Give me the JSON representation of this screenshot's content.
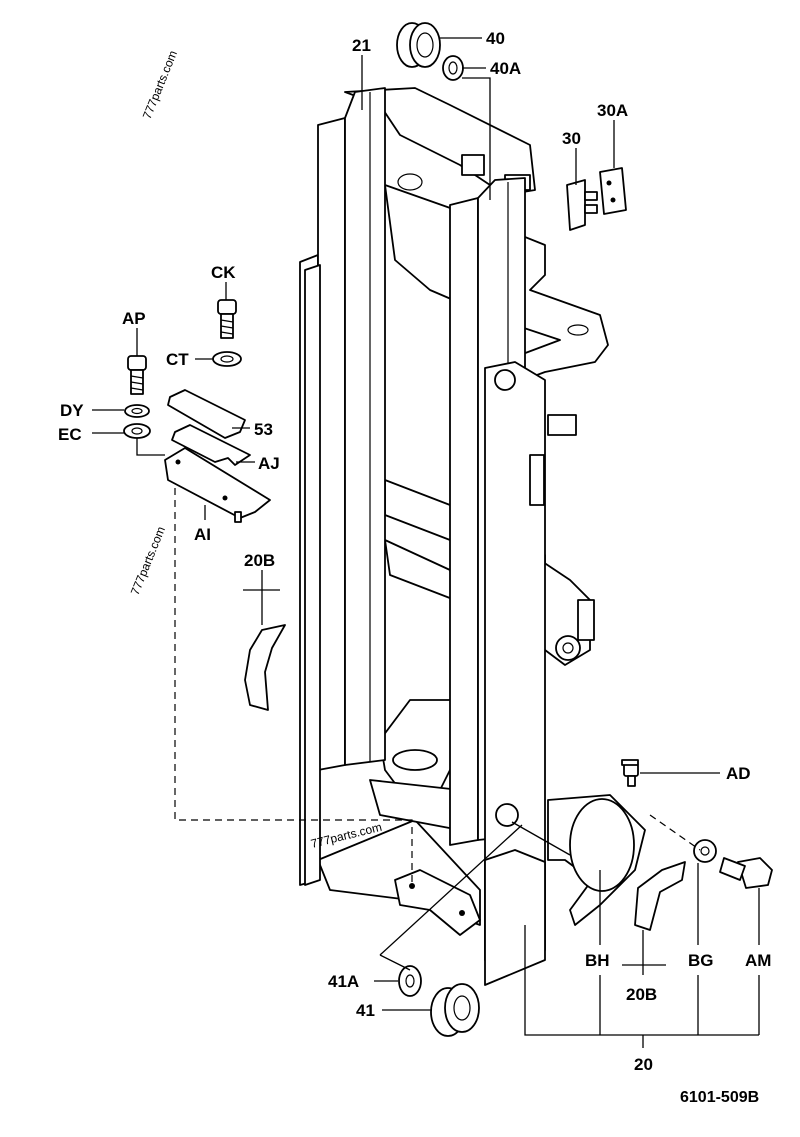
{
  "diagram": {
    "figure_number": "6101-509B",
    "watermarks": [
      "777parts.com",
      "777parts.com",
      "777parts.com"
    ],
    "labels": {
      "p21": "21",
      "p40": "40",
      "p40a": "40A",
      "p30": "30",
      "p30a": "30A",
      "ck": "CK",
      "ap": "AP",
      "ct": "CT",
      "dy": "DY",
      "ec": "EC",
      "p53": "53",
      "aj": "AJ",
      "ai": "AI",
      "p20b_top": "20B",
      "ad": "AD",
      "p41a": "41A",
      "p41": "41",
      "bh": "BH",
      "bg": "BG",
      "am": "AM",
      "p20b_bottom": "20B",
      "p20": "20"
    }
  }
}
